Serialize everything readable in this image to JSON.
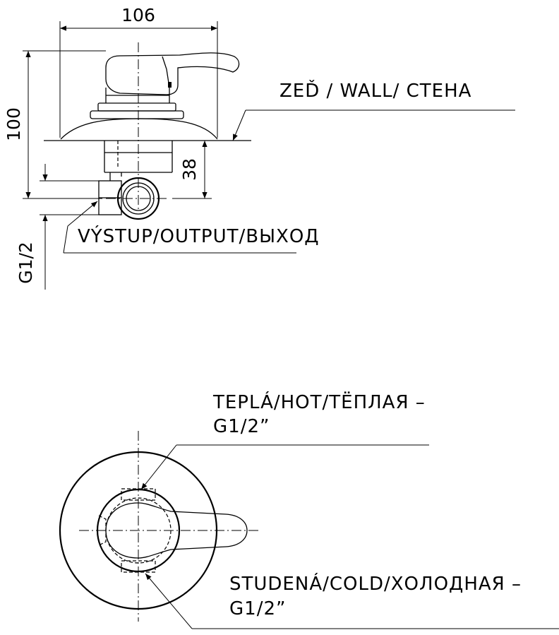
{
  "side_view": {
    "dim_width": "106",
    "dim_height": "100",
    "dim_depth": "38",
    "dim_thread": "G1/2",
    "label_wall": "ZEĎ / WALL/ СТЕНА",
    "label_output": "VÝSTUP/OUTPUT/ВЫХОД"
  },
  "top_view": {
    "label_hot_1": "TEPLÁ/HOT/ТЁПЛАЯ –",
    "label_hot_2": "G1/2”",
    "label_cold_1": "STUDENÁ/COLD/ХОЛОДНАЯ –",
    "label_cold_2": "G1/2”"
  }
}
